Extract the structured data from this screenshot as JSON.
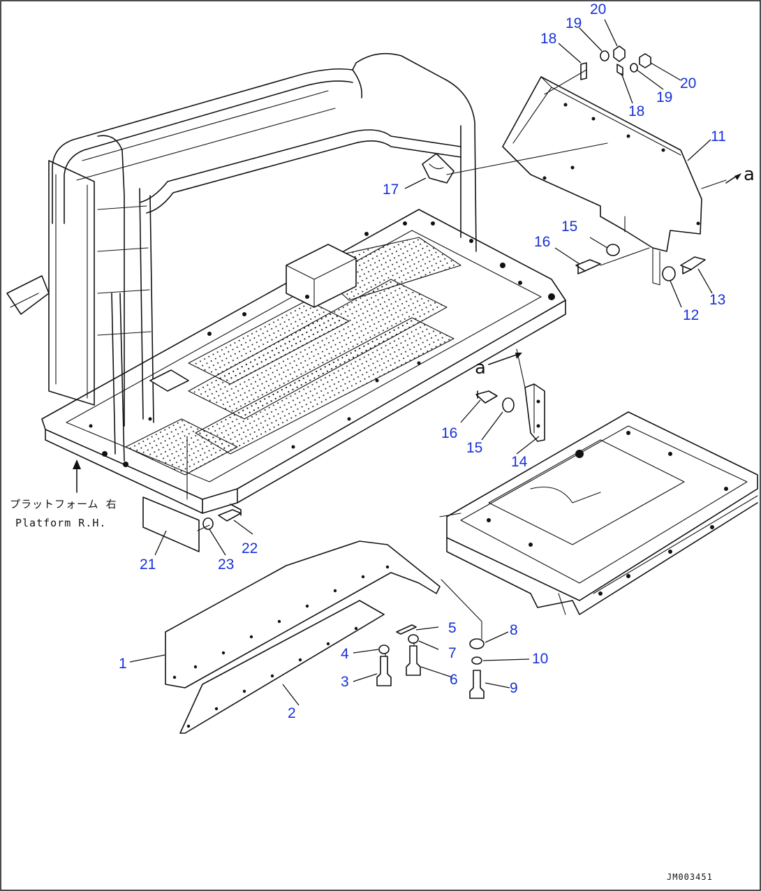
{
  "callouts": [
    {
      "id": "c1",
      "text": "1"
    },
    {
      "id": "c2",
      "text": "2"
    },
    {
      "id": "c3",
      "text": "3"
    },
    {
      "id": "c4",
      "text": "4"
    },
    {
      "id": "c5",
      "text": "5"
    },
    {
      "id": "c6",
      "text": "6"
    },
    {
      "id": "c7",
      "text": "7"
    },
    {
      "id": "c8",
      "text": "8"
    },
    {
      "id": "c9",
      "text": "9"
    },
    {
      "id": "c10",
      "text": "10"
    },
    {
      "id": "c11",
      "text": "11"
    },
    {
      "id": "c12",
      "text": "12"
    },
    {
      "id": "c13",
      "text": "13"
    },
    {
      "id": "c14",
      "text": "14"
    },
    {
      "id": "c15a",
      "text": "15"
    },
    {
      "id": "c15b",
      "text": "15"
    },
    {
      "id": "c16a",
      "text": "16"
    },
    {
      "id": "c16b",
      "text": "16"
    },
    {
      "id": "c17",
      "text": "17"
    },
    {
      "id": "c18a",
      "text": "18"
    },
    {
      "id": "c18b",
      "text": "18"
    },
    {
      "id": "c19a",
      "text": "19"
    },
    {
      "id": "c19b",
      "text": "19"
    },
    {
      "id": "c20a",
      "text": "20"
    },
    {
      "id": "c20b",
      "text": "20"
    },
    {
      "id": "c21",
      "text": "21"
    },
    {
      "id": "c22",
      "text": "22"
    },
    {
      "id": "c23",
      "text": "23"
    }
  ],
  "platform_caption": {
    "line1": "プラットフォーム 右",
    "line2": "Platform R.H."
  },
  "reference_marks": {
    "a_top": "a",
    "a_mid": "a"
  },
  "drawing_code": "JM003451"
}
